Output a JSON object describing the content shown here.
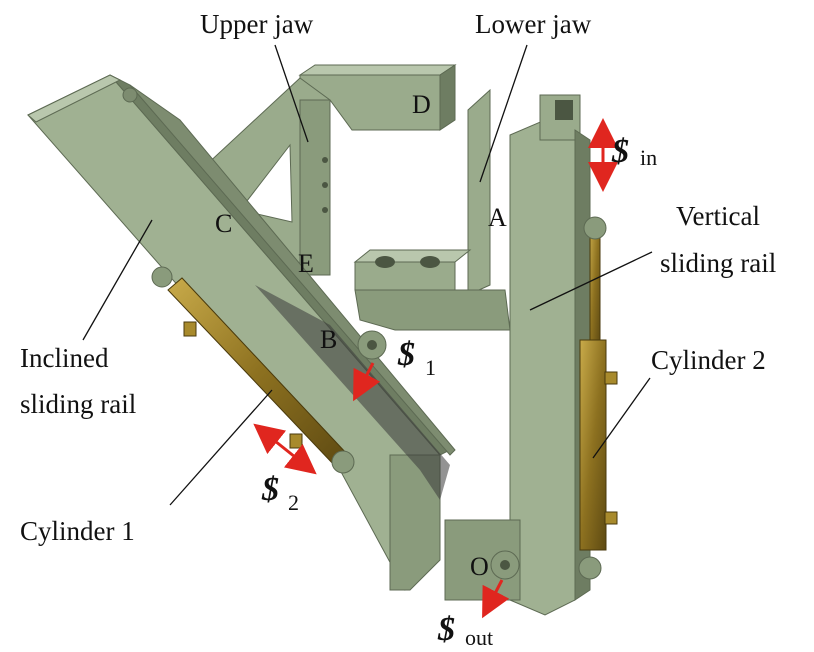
{
  "labels": {
    "upper_jaw": "Upper jaw",
    "lower_jaw": "Lower jaw",
    "vertical_rail_1": "Vertical",
    "vertical_rail_2": "sliding rail",
    "inclined_rail_1": "Inclined",
    "inclined_rail_2": "sliding rail",
    "cylinder_1": "Cylinder 1",
    "cylinder_2": "Cylinder 2"
  },
  "points": {
    "a": "A",
    "b": "B",
    "c": "C",
    "d": "D",
    "e": "E",
    "o": "O"
  },
  "screws": {
    "symbol": "$",
    "in": "in",
    "one": "1",
    "two": "2",
    "out": "out"
  },
  "colors": {
    "metal": "#9aab8c",
    "metal_dark": "#6e7d62",
    "metal_light": "#b9c7ad",
    "brass": "#a88a2c",
    "arrow": "#e0261f"
  }
}
